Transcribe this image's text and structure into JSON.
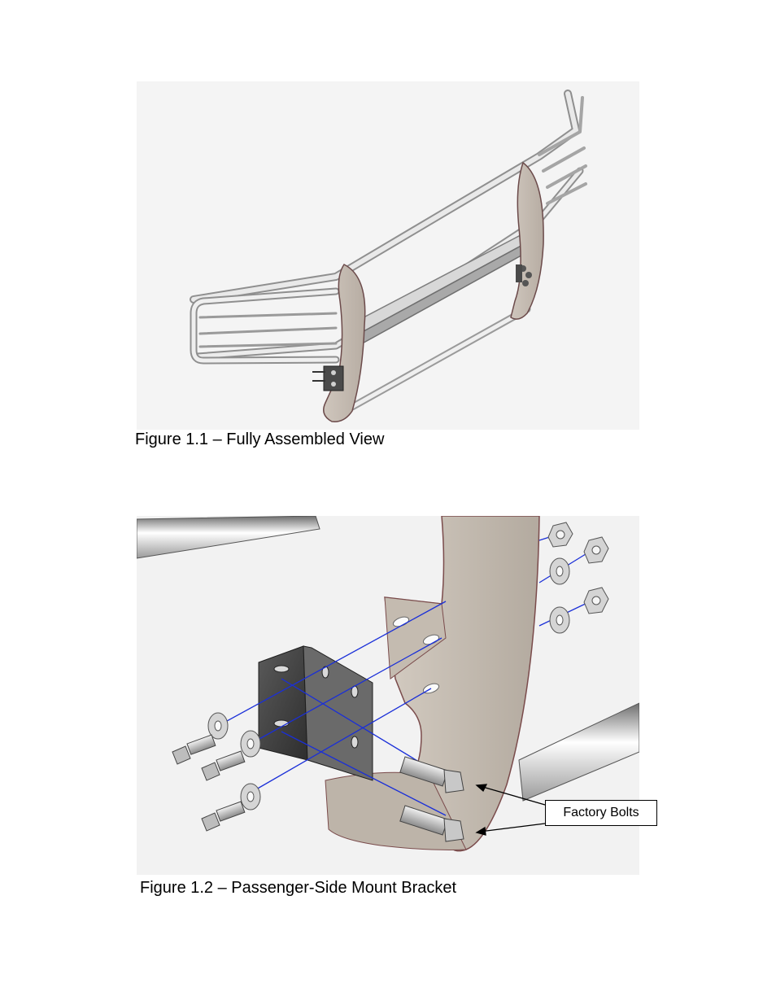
{
  "figures": [
    {
      "caption": "Figure 1.1 – Fully Assembled View"
    },
    {
      "caption": "Figure 1.2 – Passenger-Side Mount Bracket",
      "callout": "Factory Bolts"
    }
  ]
}
